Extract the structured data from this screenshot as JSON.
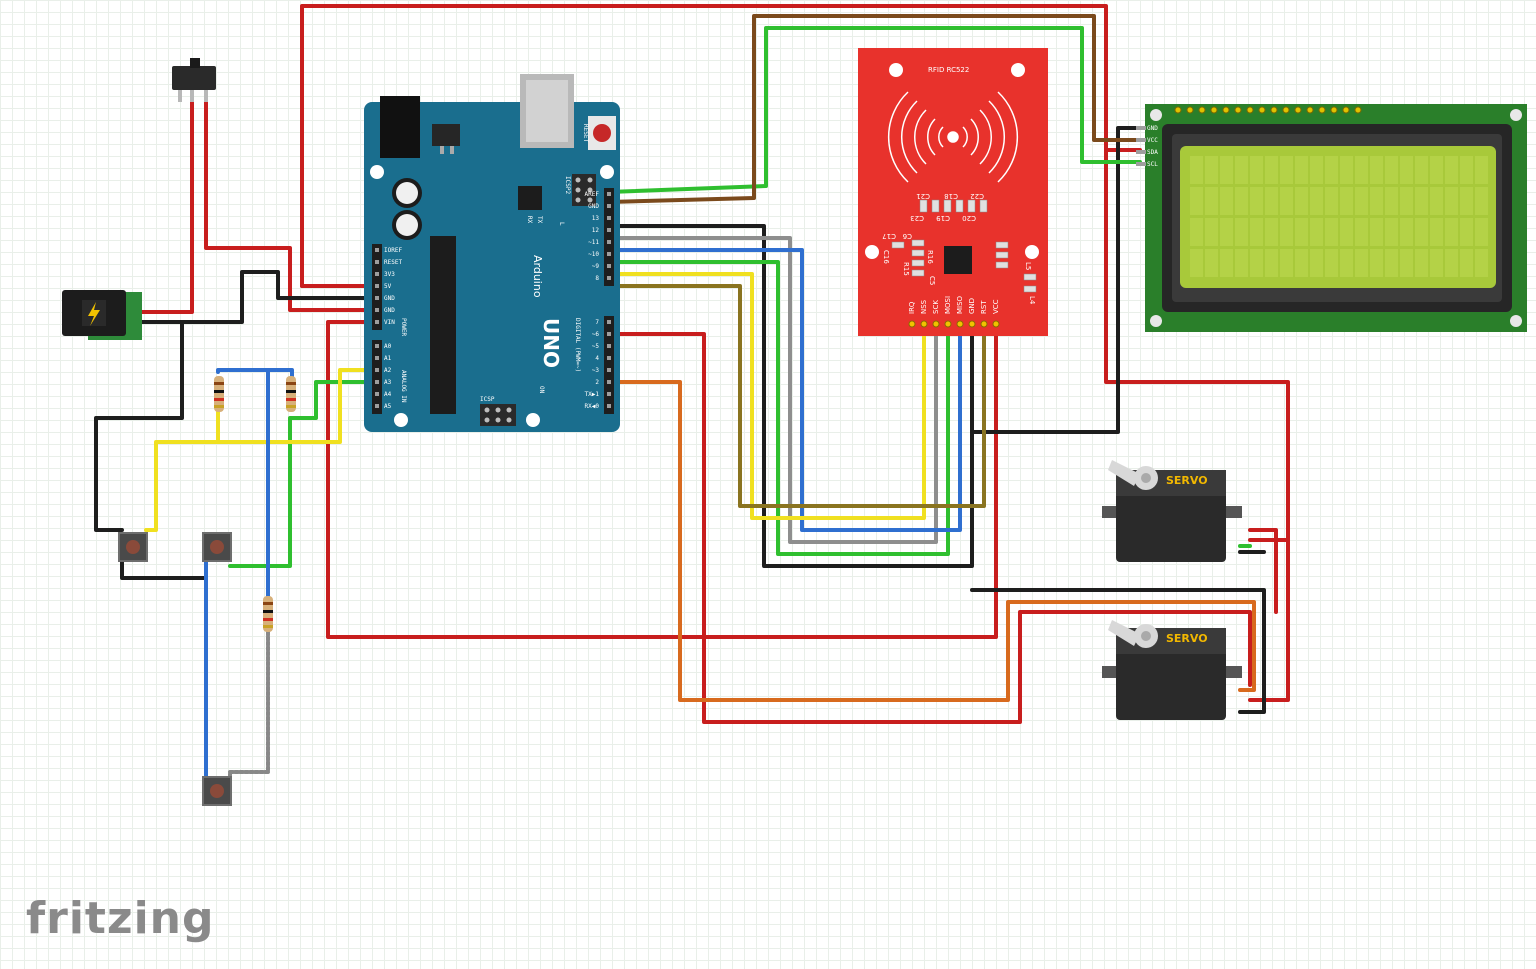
{
  "app": {
    "brand": "fritzing"
  },
  "arduino": {
    "board_name": "Arduino",
    "board_model": "UNO",
    "reset_label": "RESET",
    "icsp_label": "ICSP",
    "icsp2_label": "ICSP2",
    "on_label": "ON",
    "tx_label": "TX",
    "rx_label": "RX",
    "l_label": "L",
    "power_header": [
      "IOREF",
      "RESET",
      "3V3",
      "5V",
      "GND",
      "GND",
      "VIN"
    ],
    "power_group": "POWER",
    "analog_header": [
      "A0",
      "A1",
      "A2",
      "A3",
      "A4",
      "A5"
    ],
    "analog_group": "ANALOG IN",
    "digital_header_top": [
      "AREF",
      "GND",
      "13",
      "12",
      "~11",
      "~10",
      "~9",
      "8"
    ],
    "digital_header_bottom": [
      "7",
      "~6",
      "~5",
      "4",
      "~3",
      "2",
      "TX▶1",
      "RX◀0"
    ],
    "digital_group": "DIGITAL (PWM=~)"
  },
  "rfid": {
    "title": "RFID RC522",
    "pins": [
      "IRQ",
      "NSS",
      "SCK",
      "MOSI",
      "MISO",
      "GND",
      "RST",
      "VCC"
    ],
    "components": [
      "C21",
      "C18",
      "C22",
      "C23",
      "C19",
      "C20",
      "C6",
      "C17",
      "C16",
      "R16",
      "R15",
      "C5",
      "L5",
      "L4"
    ]
  },
  "lcd": {
    "pins": [
      "GND",
      "VCC",
      "SDA",
      "SCL"
    ]
  },
  "servos": [
    {
      "label": "SERVO"
    },
    {
      "label": "SERVO"
    }
  ],
  "colors": {
    "board": "#1a6e8e",
    "rfid": "#e8322c",
    "lcd_pcb": "#2a7f2a",
    "lcd_screen": "#a8c93a",
    "wire_red": "#c81e1e",
    "wire_black": "#1e1e1e",
    "wire_green": "#2fbf2f",
    "wire_brown": "#7b4a1c",
    "wire_gray": "#8e8e8e",
    "wire_blue": "#2f6fd0",
    "wire_yellow": "#f0e020",
    "wire_olive": "#8a7420",
    "wire_orange": "#d86a1e"
  }
}
